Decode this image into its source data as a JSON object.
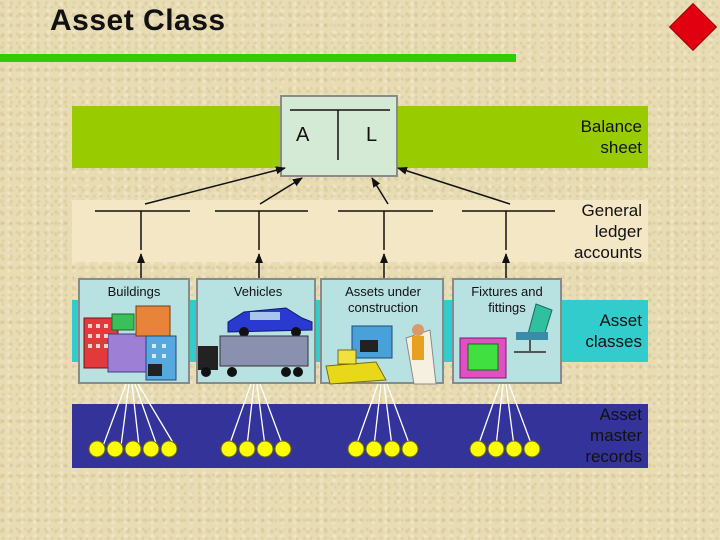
{
  "title": "Asset Class",
  "accent_colors": {
    "title_bar": "#33cc00",
    "balance_sheet_band": "#99cc00",
    "asset_class_band": "#33cccc",
    "master_record_band": "#333399",
    "record_dot": "#ffff00",
    "diamond": "#e00010"
  },
  "balance_sheet": {
    "label": "Balance sheet",
    "left": "A",
    "right": "L"
  },
  "general_ledger": {
    "label": "General ledger accounts"
  },
  "asset_classes": {
    "label": "Asset classes",
    "items": [
      {
        "label": "Buildings",
        "illustration": "buildings-icon"
      },
      {
        "label": "Vehicles",
        "illustration": "vehicles-icon"
      },
      {
        "label": "Assets under construction",
        "illustration": "construction-icon"
      },
      {
        "label": "Fixtures and fittings",
        "illustration": "fixtures-icon"
      }
    ]
  },
  "asset_master_records": {
    "label": "Asset master records"
  }
}
